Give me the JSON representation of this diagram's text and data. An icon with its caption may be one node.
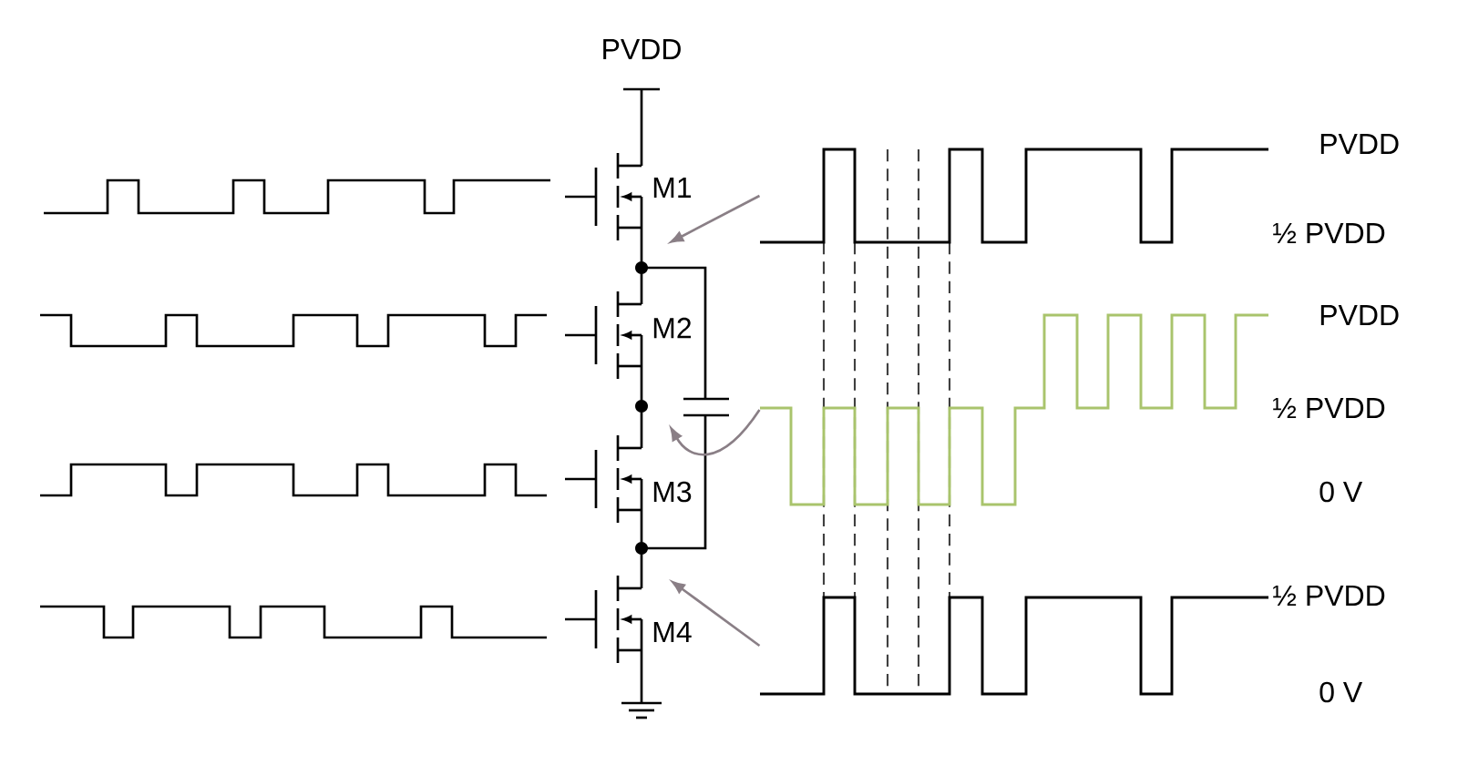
{
  "diagram": {
    "nodes": [
      {
        "text": [],
        "shape": "picture",
        "beside": [
          "PVDD",
          "½ PVDD"
        ]
      },
      {
        "text": [],
        "shape": "picture",
        "beside": [
          "PVDD",
          "½ PVDD",
          "0 V"
        ]
      },
      {
        "text": [],
        "shape": "picture",
        "beside": [
          "½ PVDD",
          "0 V"
        ]
      }
    ],
    "edges": [
      {
        "from": 0,
        "to": null,
        "arrow": "to"
      },
      {
        "from": 1,
        "to": null,
        "arrow": "to"
      },
      {
        "from": 2,
        "to": null,
        "arrow": "to"
      }
    ],
    "labels": [
      "PVDD",
      "M1",
      "M2",
      "M3",
      "M4"
    ]
  }
}
